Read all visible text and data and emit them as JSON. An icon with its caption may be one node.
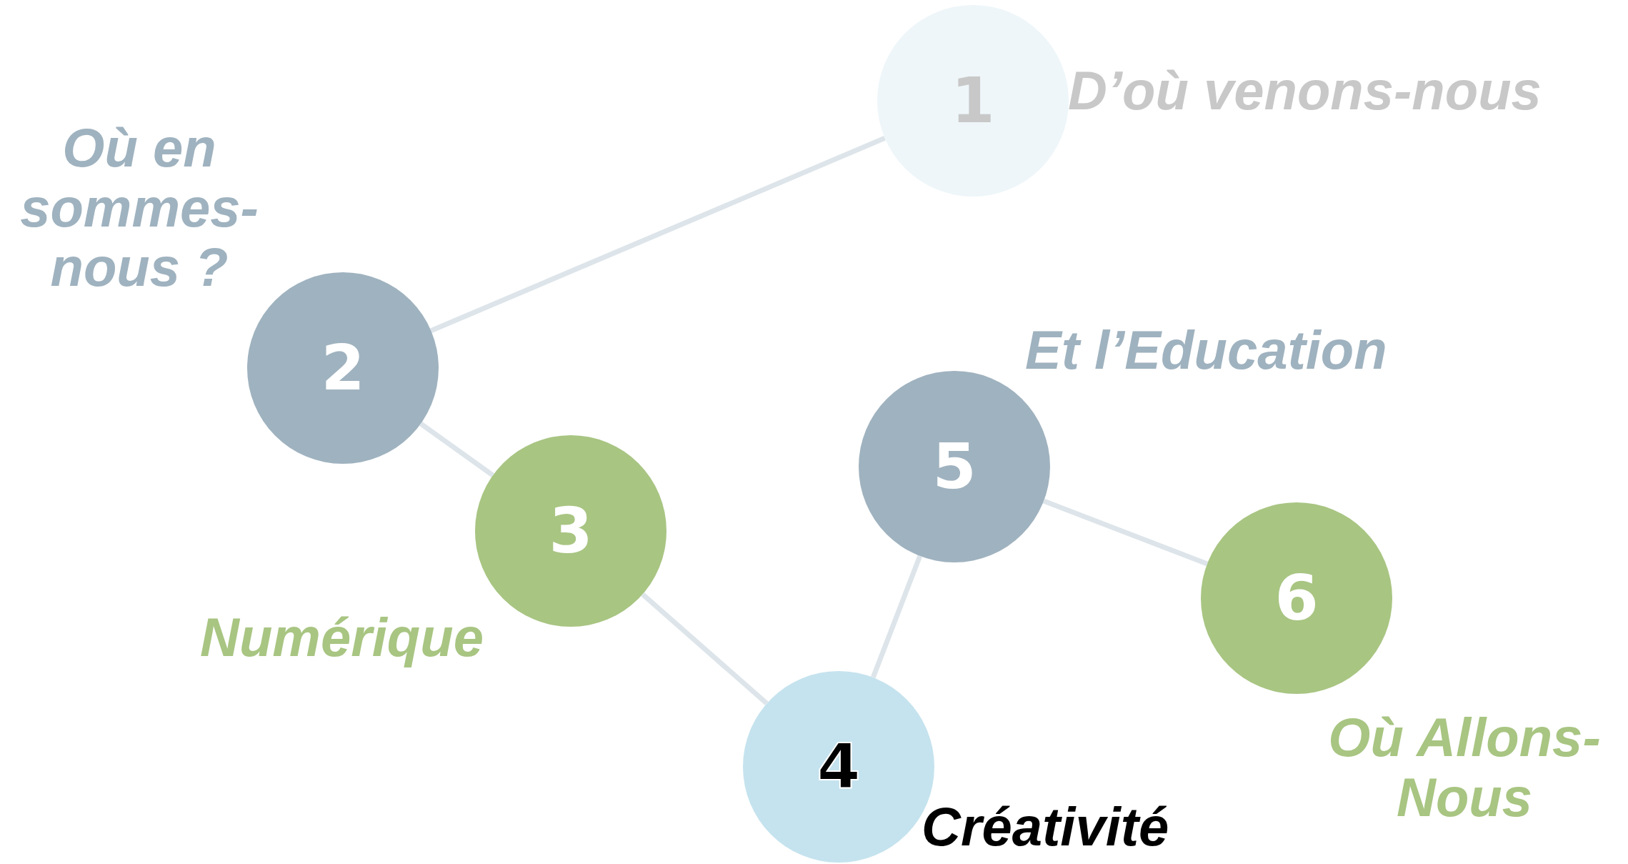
{
  "diagram": {
    "nodes": [
      {
        "text": [
          "1"
        ],
        "beside": [
          "D’où venons-nous"
        ]
      },
      {
        "text": [
          "2"
        ],
        "beside": [
          "Où en sommes-nous ?"
        ]
      },
      {
        "text": [
          "3"
        ],
        "beside": [
          "Numérique"
        ]
      },
      {
        "text": [
          "4"
        ],
        "beside": [
          "Créativité"
        ]
      },
      {
        "text": [
          "5"
        ],
        "beside": [
          "Et l’Education"
        ]
      },
      {
        "text": [
          "6"
        ],
        "beside": [
          "Où Allons-Nous"
        ]
      }
    ],
    "edges": [
      {
        "from": 0,
        "to": 1,
        "arrow": "none"
      },
      {
        "from": 1,
        "to": 2,
        "arrow": "none"
      },
      {
        "from": 2,
        "to": 3,
        "arrow": "none"
      },
      {
        "from": 3,
        "to": 4,
        "arrow": "none"
      },
      {
        "from": 4,
        "to": 5,
        "arrow": "none"
      }
    ]
  }
}
